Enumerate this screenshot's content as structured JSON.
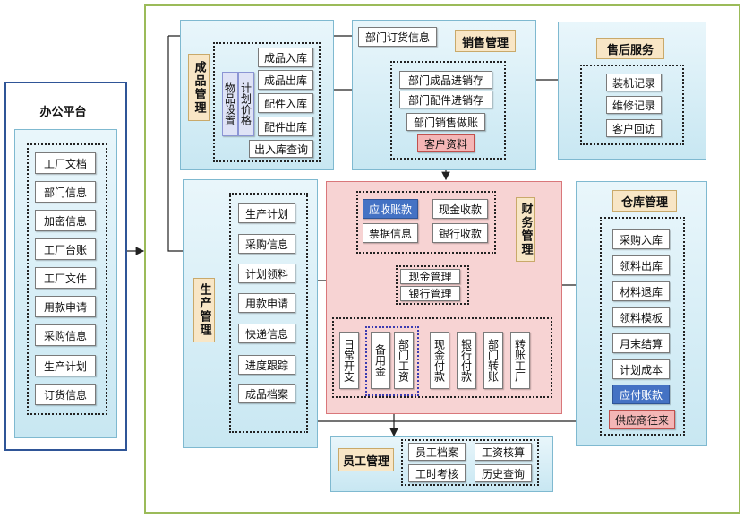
{
  "office": {
    "title": "办公平台",
    "items": [
      "工厂文档",
      "部门信息",
      "加密信息",
      "工厂台账",
      "工厂文件",
      "用款申请",
      "采购信息",
      "生产计划",
      "订货信息"
    ]
  },
  "product": {
    "title": "成品管理",
    "sub": "物品设置",
    "plan": "计划价格",
    "items": [
      "成品入库",
      "成品出库",
      "配件入库",
      "配件出库"
    ],
    "query": "出入库查询"
  },
  "sales": {
    "title": "销售管理",
    "order_info": "部门订货信息",
    "items": [
      "部门成品进销存",
      "部门配件进销存",
      "部门销售做账"
    ],
    "customer": "客户资料"
  },
  "after_sales": {
    "title": "售后服务",
    "items": [
      "装机记录",
      "维修记录",
      "客户回访"
    ]
  },
  "production": {
    "title": "生产管理",
    "items": [
      "生产计划",
      "采购信息",
      "计划领料",
      "用款申请",
      "快递信息",
      "进度跟踪",
      "成品档案"
    ]
  },
  "finance": {
    "title": "财务管理",
    "receivable": "应收账款",
    "cash_receive": "现金收款",
    "bill_info": "票据信息",
    "bank_receive": "银行收款",
    "cash_mgmt": "现金管理",
    "bank_mgmt": "银行管理",
    "bottom": [
      "日常开支",
      "备用金",
      "部门工资",
      "现金付款",
      "银行付款",
      "部门转账",
      "转账工厂"
    ]
  },
  "warehouse": {
    "title": "仓库管理",
    "items": [
      "采购入库",
      "领料出库",
      "材料退库",
      "领料模板",
      "月末结算",
      "计划成本"
    ],
    "payable": "应付账款",
    "supplier": "供应商往来"
  },
  "staff": {
    "title": "员工管理",
    "items": [
      "员工档案",
      "工资核算",
      "工时考核",
      "历史查询"
    ]
  }
}
